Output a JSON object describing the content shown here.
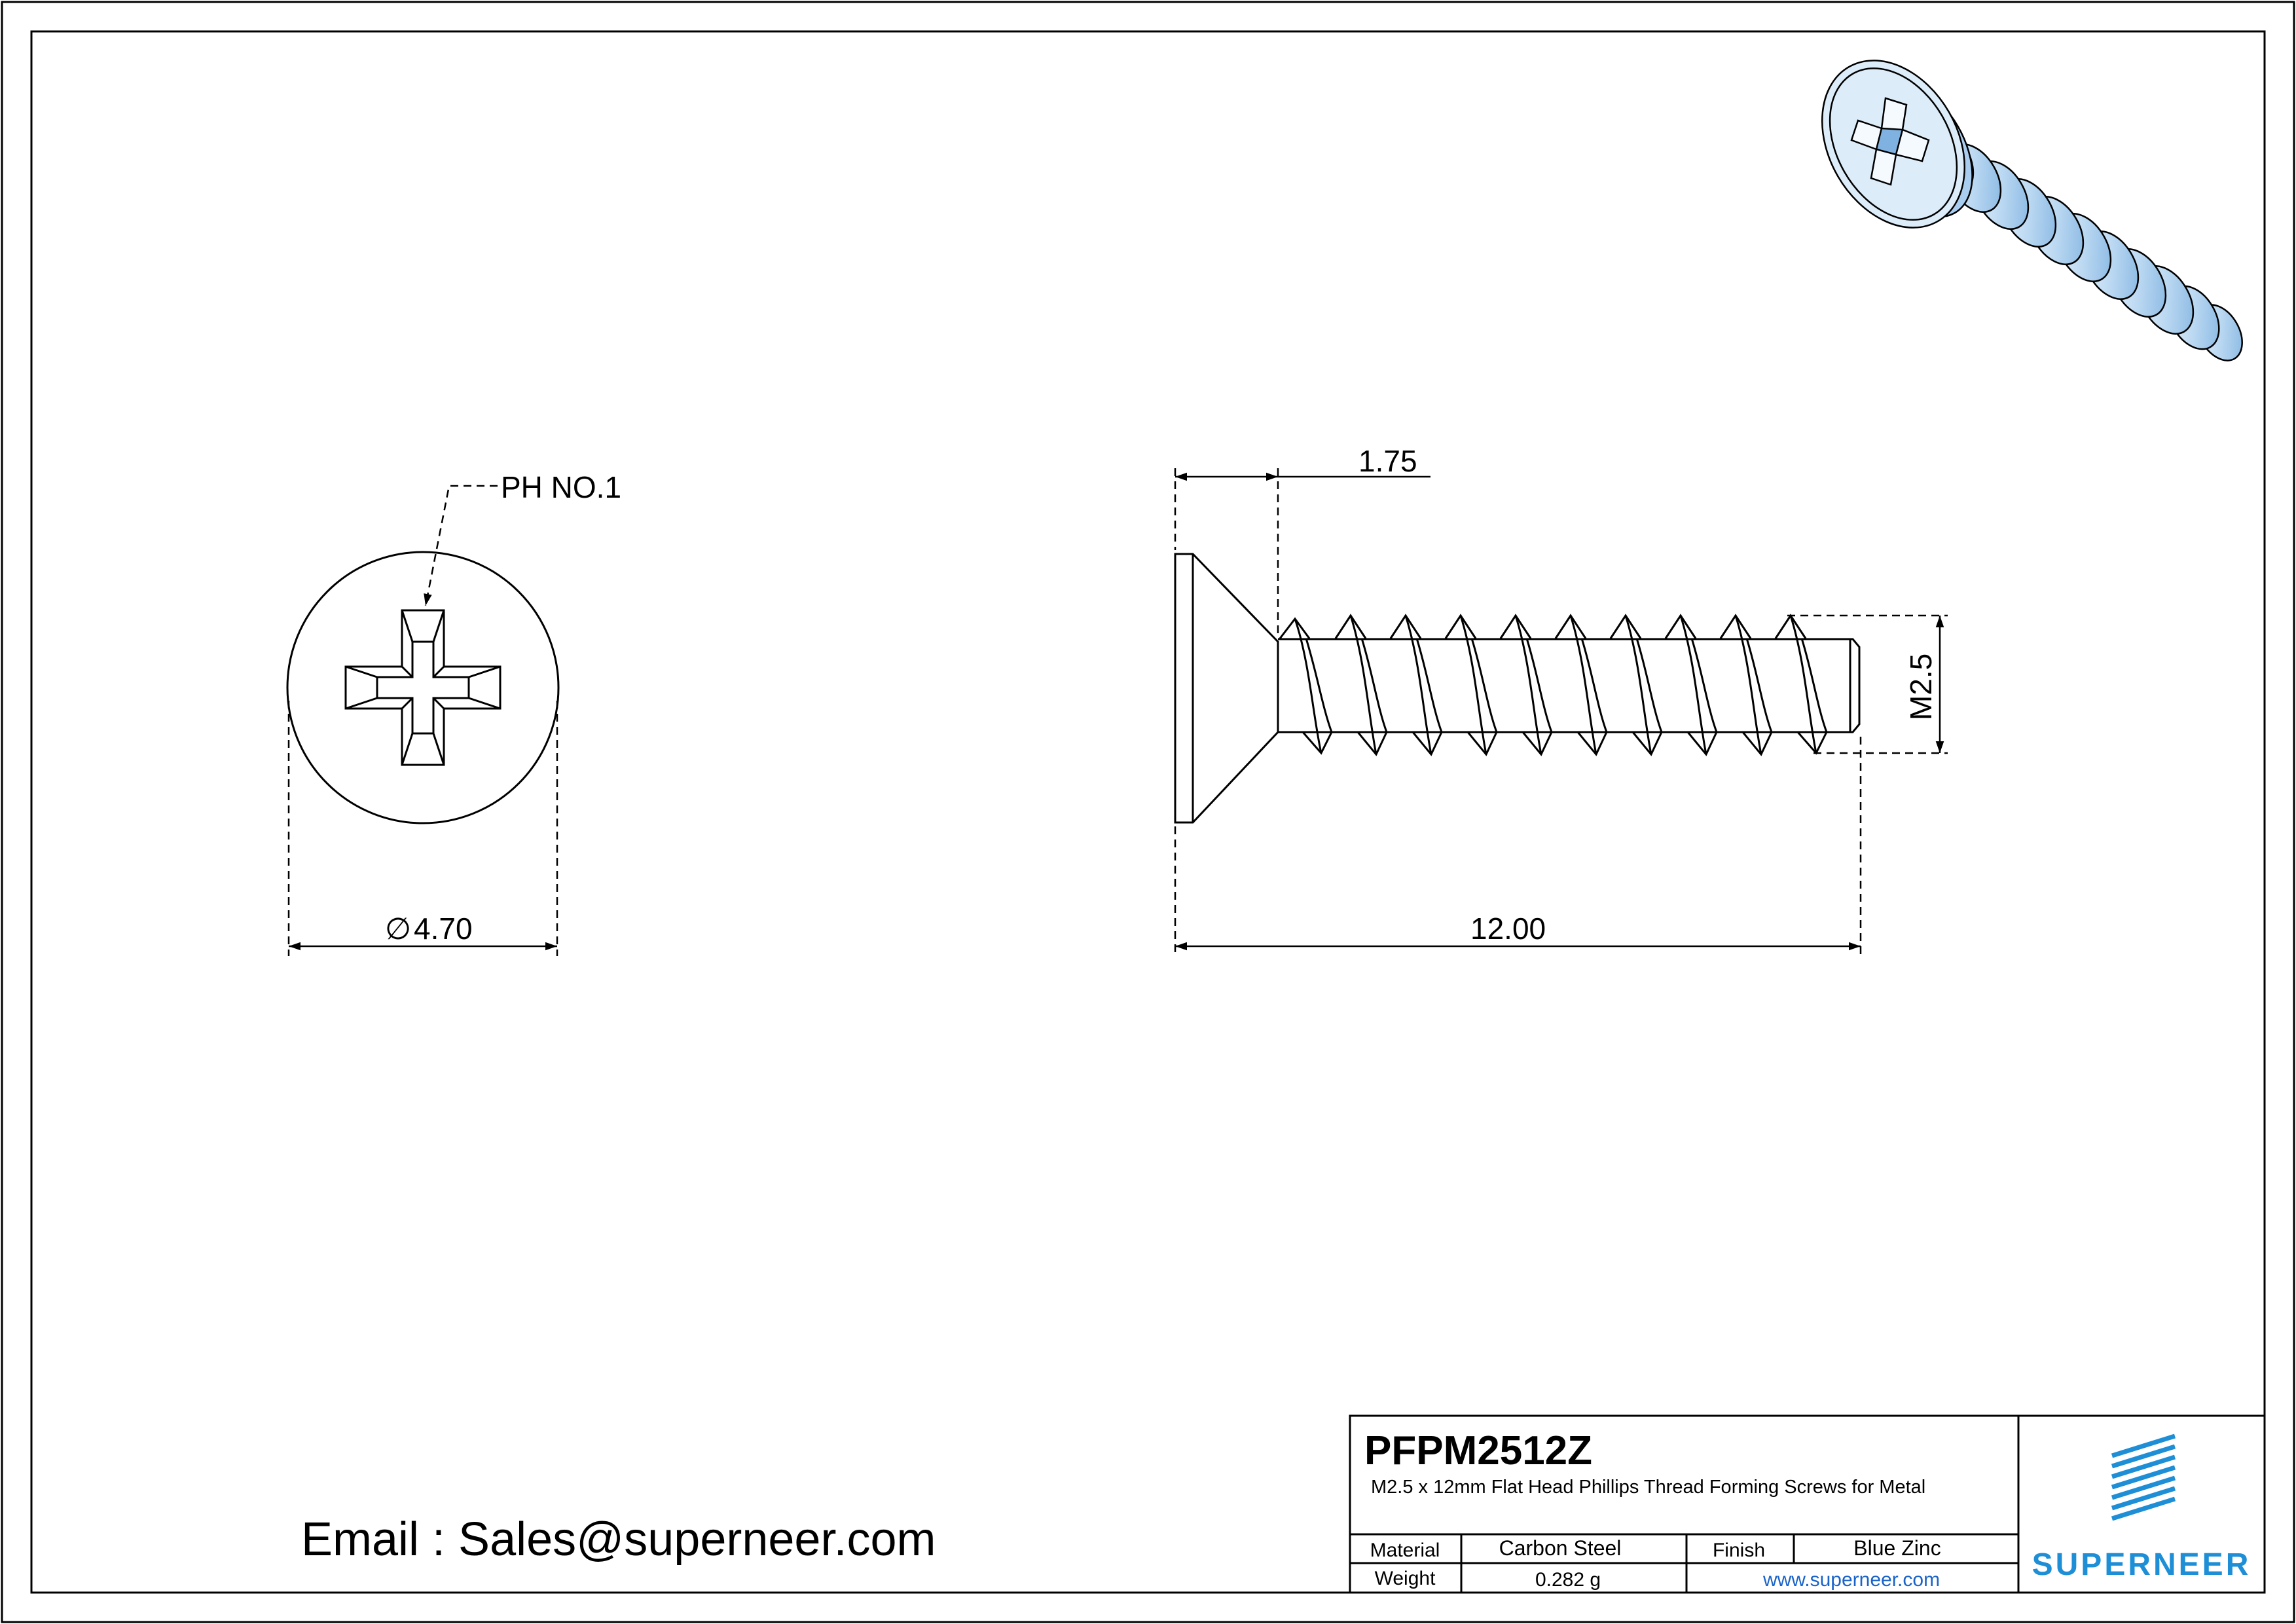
{
  "drawing": {
    "callout_drive": "PH NO.1",
    "dim_head_diameter": "4.70",
    "diameter_symbol": "∅",
    "dim_head_height": "1.75",
    "dim_length": "12.00",
    "dim_thread": "M2.5"
  },
  "email": "Email : Sales@superneer.com",
  "title_block": {
    "part_number": "PFPM2512Z",
    "description": "M2.5 x 12mm Flat Head Phillips Thread Forming Screws for Metal",
    "material_label": "Material",
    "material_value": "Carbon Steel",
    "finish_label": "Finish",
    "finish_value": "Blue Zinc",
    "weight_label": "Weight",
    "weight_value": "0.282 g",
    "website": "www.superneer.com",
    "logo_text": "SUPERNEER"
  },
  "colors": {
    "line": "#000000",
    "accent_blue": "#1e8fd6",
    "link_blue": "#1a63c9",
    "zinc_light": "#dcecf9",
    "zinc_mid": "#a9cdee"
  }
}
